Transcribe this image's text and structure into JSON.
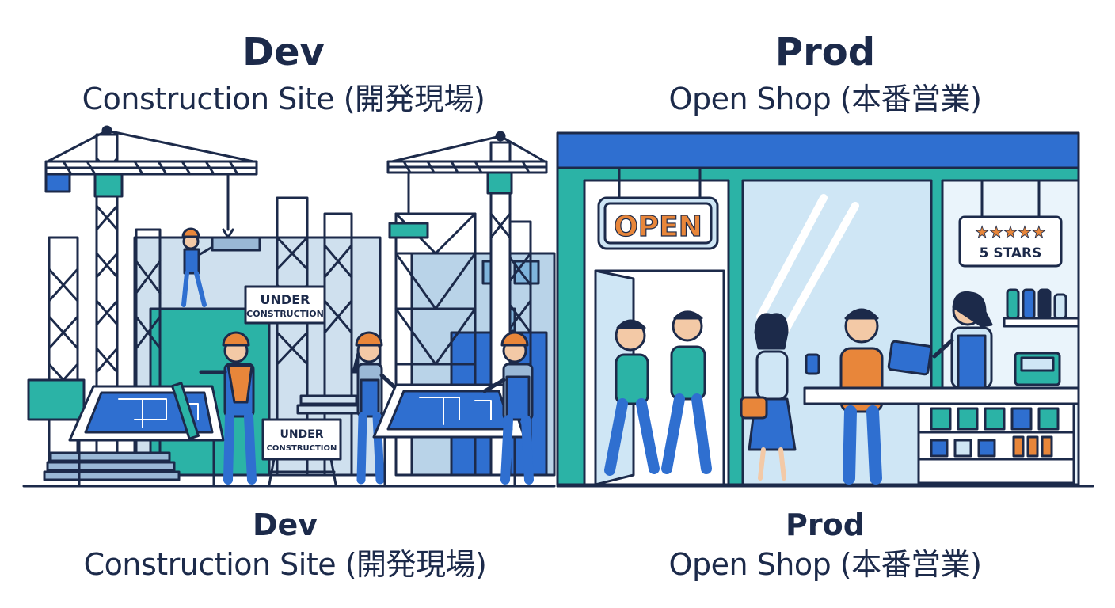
{
  "top": {
    "dev": {
      "title": "Dev",
      "subtitle": "Construction Site (開発現場)"
    },
    "prod": {
      "title": "Prod",
      "subtitle": "Open Shop (本番営業)"
    }
  },
  "bottom": {
    "dev": {
      "title": "Dev",
      "subtitle": "Construction Site (開発現場)"
    },
    "prod": {
      "title": "Prod",
      "subtitle": "Open Shop (本番営業)"
    }
  },
  "signs": {
    "under_construction_1": [
      "UNDER",
      "CONSTRUCTION"
    ],
    "under_construction_2": [
      "UNDER",
      "CONSTRUCTION"
    ],
    "open": "OPEN",
    "stars": "★★★★★",
    "rating": "5 STARS"
  },
  "colors": {
    "navy": "#1c2a4a",
    "teal": "#2bb3a6",
    "blue": "#2f6fd0",
    "light_blue": "#cfe6f5",
    "orange": "#e8863a",
    "gray_blue": "#7f9fbf"
  }
}
